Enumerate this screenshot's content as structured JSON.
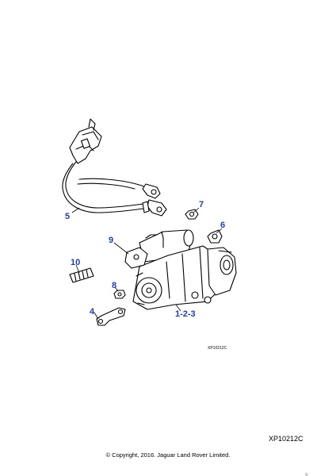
{
  "callouts": {
    "c5": "5",
    "c7": "7",
    "c6": "6",
    "c9": "9",
    "c10": "10",
    "c8": "8",
    "c4": "4",
    "c123": "1-2-3"
  },
  "diagram_code_small": "XP10212C",
  "diagram_code": "XP10212C",
  "copyright": "© Copyright, 2016. Jaguar Land Rover Limited.",
  "corner_mark": "©"
}
